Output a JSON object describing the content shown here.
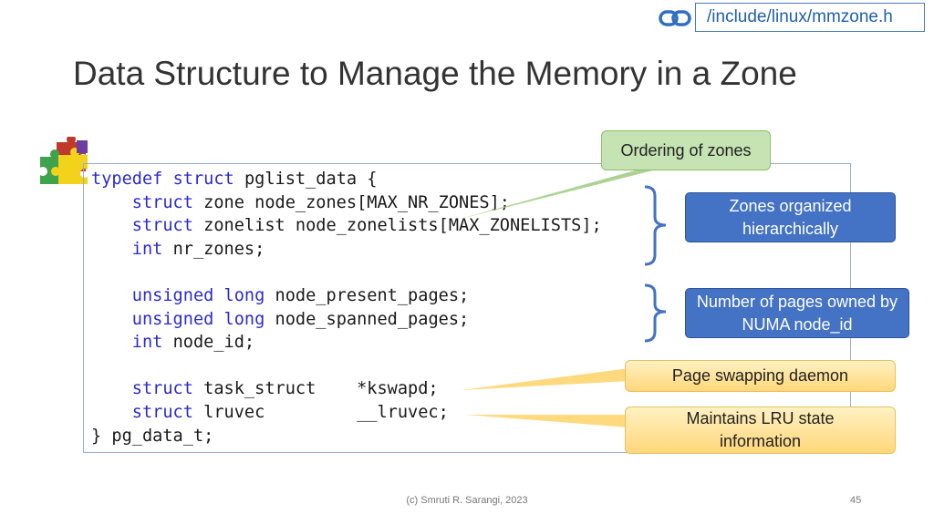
{
  "header": {
    "link_text": "/include/linux/mmzone.h",
    "link_icon": "chain-link-icon"
  },
  "slide": {
    "title": "Data Structure to Manage the Memory in a Zone",
    "decoration_icon": "puzzle-pieces-icon",
    "code_lines": [
      [
        {
          "t": "typedef",
          "kw": true
        },
        {
          "t": " "
        },
        {
          "t": "struct",
          "kw": true
        },
        {
          "t": " pglist_data {"
        }
      ],
      [
        {
          "t": "    "
        },
        {
          "t": "struct",
          "kw": true
        },
        {
          "t": " zone node_zones[MAX_NR_ZONES];"
        }
      ],
      [
        {
          "t": "    "
        },
        {
          "t": "struct",
          "kw": true
        },
        {
          "t": " zonelist node_zonelists[MAX_ZONELISTS];"
        }
      ],
      [
        {
          "t": "    "
        },
        {
          "t": "int",
          "kw": true
        },
        {
          "t": " nr_zones;"
        }
      ],
      [
        {
          "t": ""
        }
      ],
      [
        {
          "t": "    "
        },
        {
          "t": "unsigned",
          "kw": true
        },
        {
          "t": " "
        },
        {
          "t": "long",
          "kw": true
        },
        {
          "t": " node_present_pages;"
        }
      ],
      [
        {
          "t": "    "
        },
        {
          "t": "unsigned",
          "kw": true
        },
        {
          "t": " "
        },
        {
          "t": "long",
          "kw": true
        },
        {
          "t": " node_spanned_pages;"
        }
      ],
      [
        {
          "t": "    "
        },
        {
          "t": "int",
          "kw": true
        },
        {
          "t": " node_id;"
        }
      ],
      [
        {
          "t": ""
        }
      ],
      [
        {
          "t": "    "
        },
        {
          "t": "struct",
          "kw": true
        },
        {
          "t": " task_struct    *kswapd;"
        }
      ],
      [
        {
          "t": "    "
        },
        {
          "t": "struct",
          "kw": true
        },
        {
          "t": " lruvec         __lruvec;"
        }
      ],
      [
        {
          "t": "} pg_data_t;"
        }
      ]
    ]
  },
  "callouts": {
    "ordering": "Ordering of zones",
    "zones_hier": "Zones organized hierarchically",
    "num_pages": "Number of pages owned by NUMA node_id",
    "swap": "Page swapping daemon",
    "lru": "Maintains LRU state information"
  },
  "footer": {
    "credit": "(c) Smruti R. Sarangi, 2023",
    "page": "45"
  },
  "colors": {
    "keyword": "#2a2acc",
    "blue_box": "#4472c4",
    "green_callout": "#c6e3b3",
    "yellow_callout": "#ffd77a",
    "bracket": "#4472c4"
  }
}
